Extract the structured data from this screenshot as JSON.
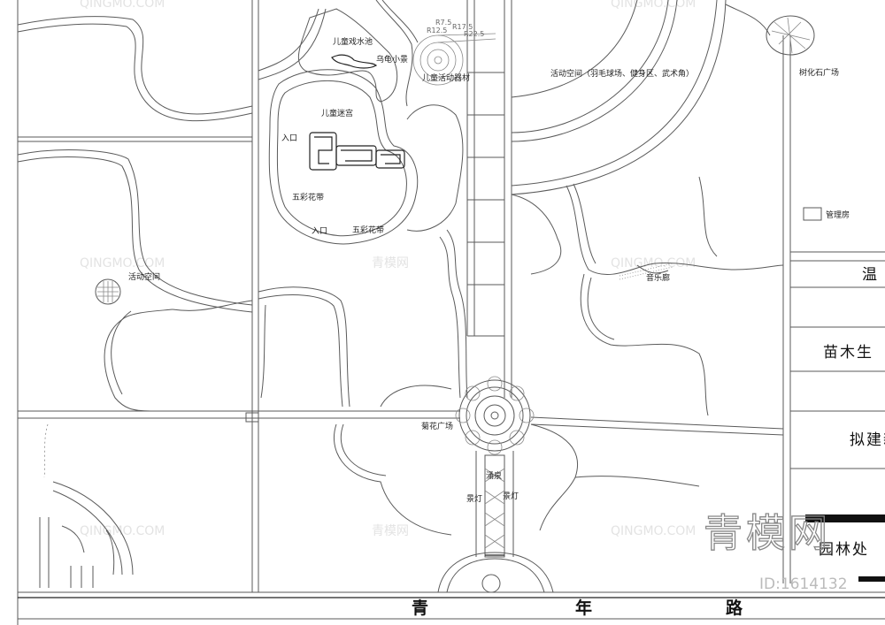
{
  "labels": {
    "kids_water_pool": "儿童戏水池",
    "turtle_scene": "乌龟小景",
    "kids_equipment": "儿童活动器材",
    "kids_maze": "儿童迷宫",
    "entrance_1": "入口",
    "entrance_2": "入口",
    "flower_belt_1": "五彩花带",
    "flower_belt_2": "五彩花带",
    "activity_space_left": "活动空间",
    "activity_space_top": "活动空间（羽毛球场、健身区、武术角）",
    "petrified_wood_plaza": "树化石广场",
    "management_room": "管理房",
    "music_corridor": "音乐廊",
    "chrysanthemum_plaza": "菊花广场",
    "fountain": "涌泉",
    "lamp_left": "景灯",
    "lamp_right": "景灯"
  },
  "radii": {
    "r1": "R7.5",
    "r2": "R12.5",
    "r3": "R17.5",
    "r4": "R22.5"
  },
  "right_side": {
    "wen": "温",
    "nursery": "苗木生",
    "planned": "拟建新",
    "garden_office": "园林处"
  },
  "road": {
    "char1": "青",
    "char2": "年",
    "char3": "路"
  },
  "watermark": {
    "logo_text": "青模网",
    "id_text": "ID:1614132",
    "site": "QINGMO.COM",
    "site_cn": "青模网"
  },
  "colors": {
    "line": "#5a5a5a",
    "text": "#222222",
    "background": "#ffffff"
  }
}
